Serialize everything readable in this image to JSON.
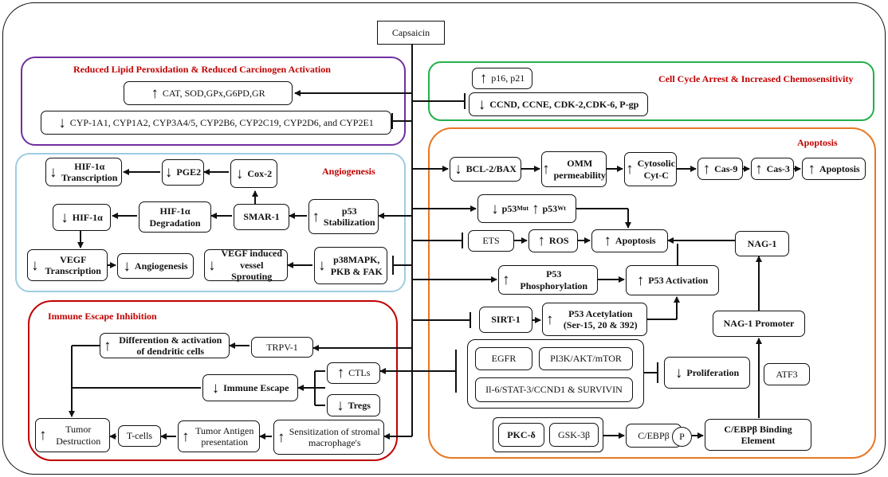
{
  "source": "Capsaicin",
  "panels": {
    "lipid": "Reduced Lipid Peroxidation & Reduced Carcinogen Activation",
    "cell_cycle": "Cell Cycle Arrest  & Increased Chemosensitivity",
    "apoptosis": "Apoptosis",
    "angiogenesis": "Angiogenesis",
    "immune": "Immune Escape Inhibition"
  },
  "lipid": {
    "antioxidants": "CAT, SOD,GPx,G6PD,GR",
    "cyps": "CYP-1A1, CYP1A2, CYP3A4/5, CYP2B6, CYP2C19, CYP2D6, and CYP2E1"
  },
  "cell_cycle": {
    "p16": "p16, p21",
    "ccnd": "CCND, CCNE, CDK-2,CDK-6, P-gp"
  },
  "angiogenesis": {
    "hif_transcription": "HIF-1α Transcription",
    "pge2": "PGE2",
    "cox2": "Cox-2",
    "hif": "HIF-1α",
    "hif_degradation": "HIF-1α Degradation",
    "smar1": "SMAR-1",
    "p53_stab": "p53 Stabilization",
    "vegf_transcription": "VEGF Transcription",
    "angiogenesis": "Angiogenesis",
    "vegf_sprout": "VEGF induced vessel Sprouting",
    "p38": "p38MAPK, PKB & FAK"
  },
  "apoptosis": {
    "bcl2": "BCL-2/BAX",
    "omm": "OMM permeability",
    "cyt": "Cytosolic Cyt-C",
    "cas9": "Cas-9",
    "cas3": "Cas-3",
    "apoptosis_end": "Apoptosis",
    "p53": "p53",
    "mut": "Mut",
    "wt": "Wt",
    "ets": "ETS",
    "ros": "ROS",
    "apoptosis_mid": "Apoptosis",
    "nag1": "NAG-1",
    "p53_phos": "P53 Phosphorylation",
    "p53_act": "P53 Activation",
    "sirt1": "SIRT-1",
    "p53_acet": "P53 Acetylation (Ser-15, 20 & 392)",
    "nag1_promoter": "NAG-1  Promoter",
    "egfr": "EGFR",
    "pi3k": "PI3K/AKT/mTOR",
    "il6": "Il-6/STAT-3/CCND1 & SURVIVIN",
    "proliferation": "Proliferation",
    "atf3": "ATF3",
    "pkc": "PKC-δ",
    "gsk": "GSK-3β",
    "cebp": "C/EBPβ",
    "p": "P",
    "cebp_binding": "C/EBPβ Binding Element"
  },
  "immune": {
    "dendritic": "Differention & activation of dendritic cells",
    "trpv1": "TRPV-1",
    "ctls": "CTLs",
    "immune_escape": "Immune Escape",
    "tregs": "Tregs",
    "tumor_destruction": "Tumor Destruction",
    "tcells": "T-cells",
    "antigen": "Tumor Antigen presentation",
    "macrophage": "Sensitization of stromal macrophage's"
  },
  "colors": {
    "lipid": "#7030a0",
    "cell_cycle": "#22b04b",
    "apoptosis": "#e87722",
    "angiogenesis": "#9dcde0",
    "immune": "#c00000",
    "title": "#c00000"
  }
}
